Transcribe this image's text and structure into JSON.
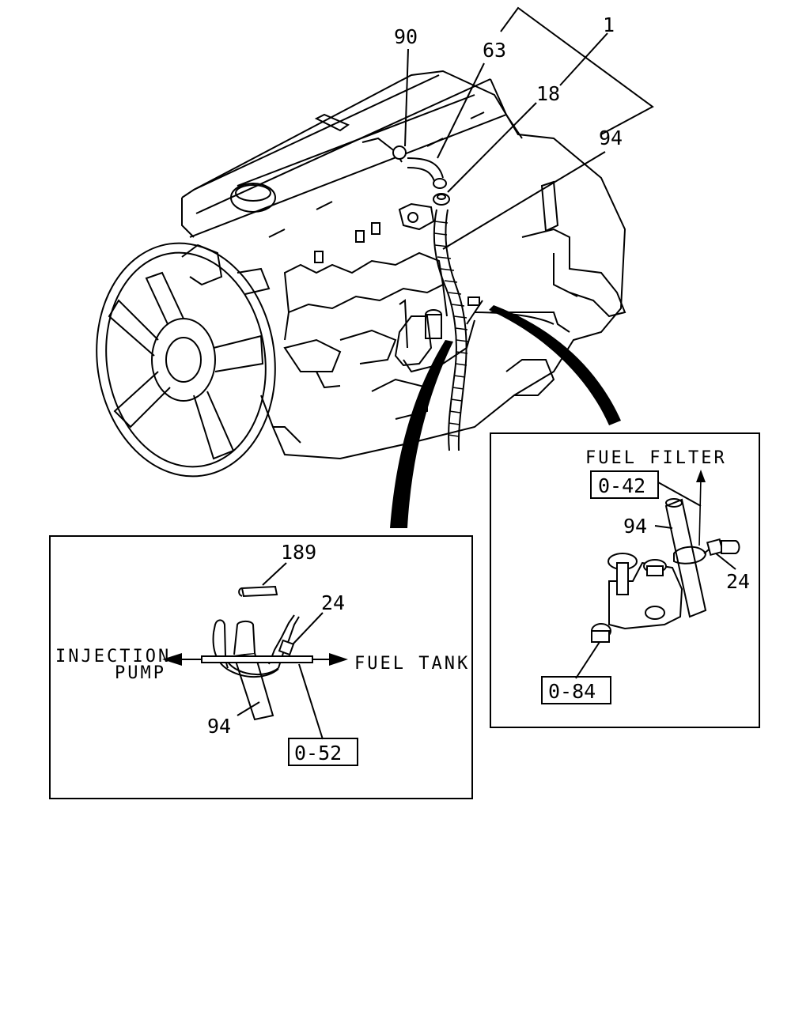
{
  "main_view": {
    "callouts": {
      "c1": "1",
      "c63": "63",
      "c90": "90",
      "c18": "18",
      "c94": "94"
    }
  },
  "detail_left": {
    "callouts": {
      "c189": "189",
      "c24": "24",
      "c94": "94"
    },
    "ref_box": "0-52",
    "label_injection_line1": "INJECTION",
    "label_injection_line2": "PUMP",
    "label_fuel_tank": "FUEL TANK"
  },
  "detail_right": {
    "label_fuel_filter": "FUEL FILTER",
    "ref_box_top": "0-42",
    "ref_box_bottom": "0-84",
    "callouts": {
      "c94": "94",
      "c24": "24"
    }
  }
}
